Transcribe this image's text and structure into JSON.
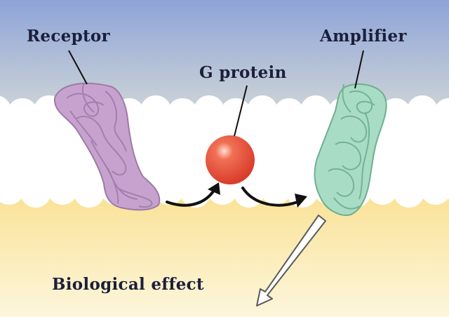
{
  "labels": {
    "receptor": "Receptor",
    "g_protein": "G protein",
    "amplifier": "Amplifier",
    "biological_effect": "Biological effect"
  },
  "colors": {
    "sky_top": "#8ea4d8",
    "sky_bottom": "#f2f0d6",
    "membrane_head": "#ffffff",
    "cytoplasm_top": "#f8d978",
    "cytoplasm_bottom": "#fdf6dc",
    "receptor": "#c7a2cf",
    "g_protein": "#d83a28",
    "amplifier": "#a9dcc4",
    "label_text": "#1c1f3a",
    "arrow": "#111111"
  }
}
